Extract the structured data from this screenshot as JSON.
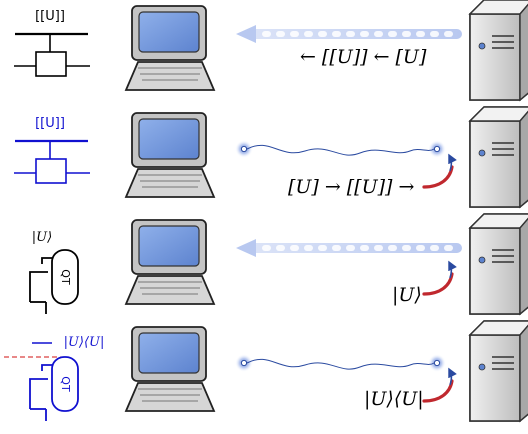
{
  "colors": {
    "black": "#000000",
    "blue": "#1010d0",
    "beam": "#b8c8f0",
    "screen": "#7a9ee0",
    "case": "#c8c8c8",
    "arrow_red": "#c0282e",
    "arrow_blue": "#2a4aa0",
    "red_dash": "#d01010"
  },
  "rows": [
    {
      "gate_label": "[[U]]",
      "gate_style": "box",
      "gate_color": "#000000",
      "channel": "classical",
      "caption": "← [[U]]  ← [U]",
      "caption_parts": [
        "←",
        "[[U]]",
        "←",
        "[U]"
      ],
      "return_arrow": false
    },
    {
      "gate_label": "[[U]]",
      "gate_style": "box",
      "gate_color": "#1010d0",
      "channel": "quantum",
      "caption": "[U] → [[U]] →",
      "caption_parts": [
        "[U]",
        "→",
        "[[U]]",
        "→"
      ],
      "return_arrow": true
    },
    {
      "gate_label": "|U⟩",
      "gate_style": "qt",
      "gate_color": "#000000",
      "channel": "classical",
      "caption": "|U⟩",
      "caption_parts": [
        "|U⟩"
      ],
      "return_arrow": true
    },
    {
      "gate_label": "|U⟩⟨U|",
      "gate_style": "qt",
      "gate_color": "#1010d0",
      "channel": "quantum",
      "caption": "|U⟩⟨U|",
      "caption_parts": [
        "|U⟩⟨U|"
      ],
      "return_arrow": true
    }
  ],
  "qt_box_text": "QT",
  "icons": [
    "laptop-icon",
    "server-icon",
    "classical-beam-arrow",
    "quantum-channel-line",
    "return-arrow-icon"
  ]
}
